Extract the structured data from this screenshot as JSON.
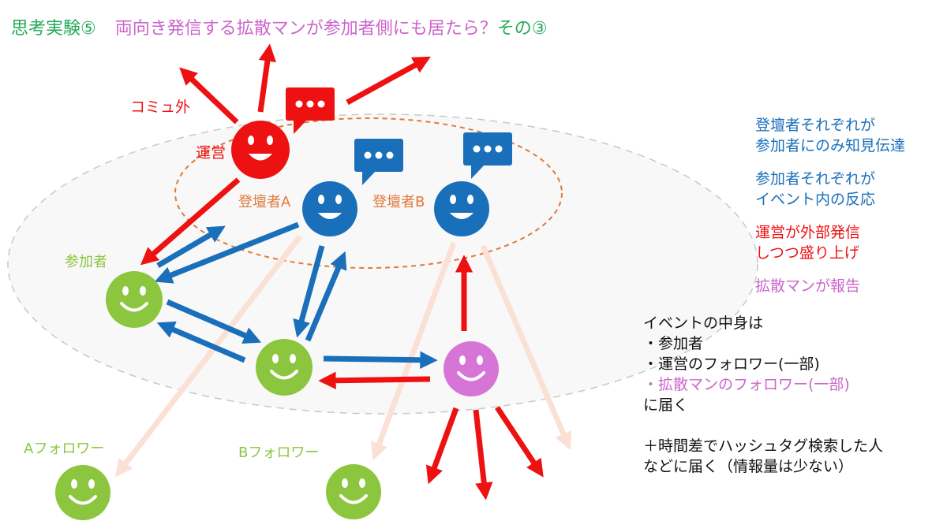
{
  "title": {
    "prefix": "思考実験⑤",
    "main": "両向き発信する拡散マンが参加者側にも居たら？",
    "suffix": "その③"
  },
  "nodes": {
    "organizer": "運営",
    "speaker_a": "登壇者A",
    "speaker_b": "登壇者B",
    "participant": "参加者",
    "follower_a": "Aフォロワー",
    "follower_b": "Bフォロワー",
    "outside_community": "コミュ外"
  },
  "legend": [
    {
      "text": "登壇者それぞれが",
      "color": "#1a6fba"
    },
    {
      "text": "参加者にのみ知見伝達",
      "color": "#1a6fba"
    },
    {
      "text": "参加者それぞれが",
      "color": "#1a6fba"
    },
    {
      "text": "イベント内の反応",
      "color": "#1a6fba"
    },
    {
      "text": "運営が外部発信",
      "color": "#ee1111"
    },
    {
      "text": "しつつ盛り上げ",
      "color": "#ee1111"
    },
    {
      "text": "拡散マンが報告",
      "color": "#cc66cc"
    }
  ],
  "summary": {
    "line1": "イベントの中身は",
    "line2": "・参加者",
    "line3": "・運営のフォロワー(一部)",
    "line4": "・拡散マンのフォロワー(一部)",
    "line5": "に届く",
    "line6": "＋時間差でハッシュタグ検索した人",
    "line7": "などに届く（情報量は少ない）"
  },
  "colors": {
    "green_title": "#22aa55",
    "pink": "#cc66cc",
    "red": "#ee1111",
    "blue": "#1a6fba",
    "orange": "#e07a3a",
    "green_face": "#8cc63f",
    "purple_face": "#d675d6",
    "faint": "#fbe0d6"
  }
}
